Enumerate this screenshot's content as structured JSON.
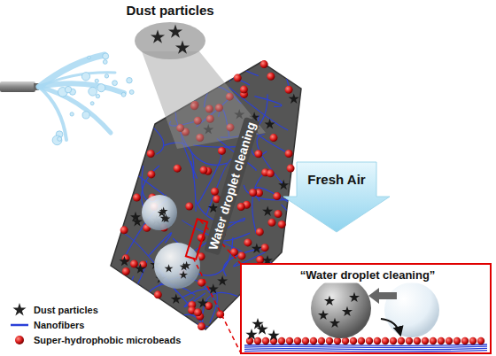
{
  "diagram": {
    "labels": [
      "Dust particles",
      "Water droplet cleaning",
      "Fresh Air",
      "“Water droplet cleaning”"
    ],
    "legend": [
      {
        "text": "Dust particles"
      },
      {
        "text": "Nanofibers"
      },
      {
        "text": "Super-hydrophobic microbeads"
      }
    ]
  }
}
